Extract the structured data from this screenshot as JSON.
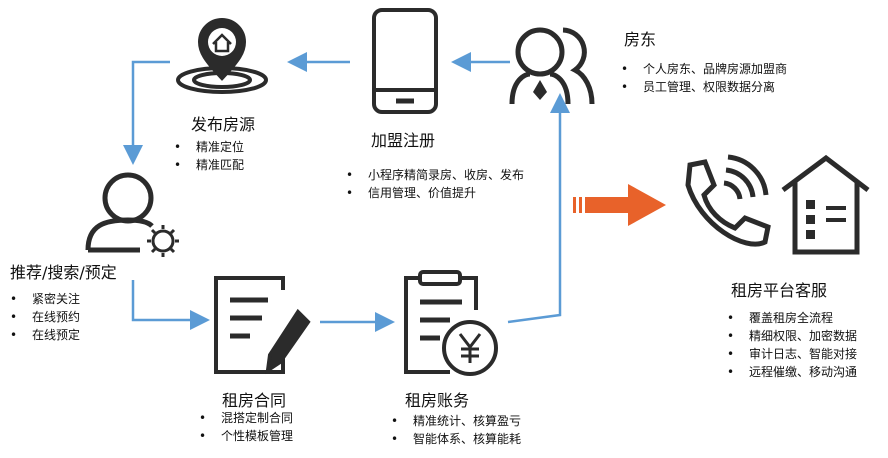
{
  "colors": {
    "arrow": "#5b9bd5",
    "accent_arrow": "#e8622a",
    "icon": "#2b2b2b"
  },
  "nodes": {
    "publish": {
      "title": "发布房源",
      "bullets": [
        "精准定位",
        "精准匹配"
      ]
    },
    "register": {
      "title": "加盟注册",
      "bullets": [
        "小程序精简录房、收房、发布",
        "信用管理、价值提升"
      ]
    },
    "landlord": {
      "title": "房东",
      "bullets": [
        "个人房东、品牌房源加盟商",
        "员工管理、权限数据分离"
      ]
    },
    "recommend": {
      "title": "推荐/搜索/预定",
      "bullets": [
        "紧密关注",
        "在线预约",
        "在线预定"
      ]
    },
    "contract": {
      "title": "租房合同",
      "bullets": [
        "混搭定制合同",
        "个性模板管理"
      ]
    },
    "billing": {
      "title": "租房账务",
      "bullets": [
        "精准统计、核算盈亏",
        "智能体系、核算能耗"
      ]
    },
    "service": {
      "title": "租房平台客服",
      "bullets": [
        "覆盖租房全流程",
        "精细权限、加密数据",
        "审计日志、智能对接",
        "远程催缴、移动沟通"
      ]
    }
  }
}
